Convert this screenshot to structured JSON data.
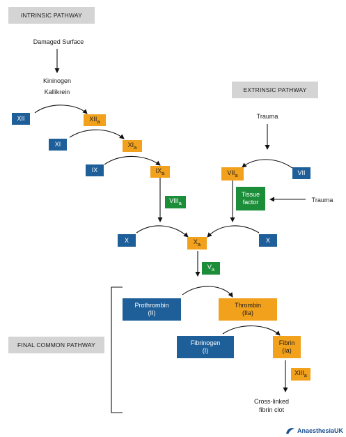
{
  "headers": {
    "intrinsic": "INTRINSIC PATHWAY",
    "extrinsic": "EXTRINSIC PATHWAY",
    "common": "FINAL COMMON PATHWAY"
  },
  "labels": {
    "damaged_surface": "Damaged Surface",
    "kininogen": "Kininogen",
    "kallikrein": "Kallikrein",
    "trauma_top": "Trauma",
    "trauma_side": "Trauma",
    "clot_line1": "Cross-linked",
    "clot_line2": "fibrin clot"
  },
  "factors": {
    "xii": "XII",
    "xiia": {
      "base": "XII",
      "sub": "a"
    },
    "xi": "XI",
    "xia": {
      "base": "XI",
      "sub": "a"
    },
    "ix": "IX",
    "ixa": {
      "base": "IX",
      "sub": "a"
    },
    "viii_a": {
      "base": "VIII",
      "sub": "a"
    },
    "vii": "VII",
    "viia": {
      "base": "VII",
      "sub": "a"
    },
    "tissue_factor": {
      "line1": "Tissue",
      "line2": "factor"
    },
    "x_left": "X",
    "x_right": "X",
    "xa": {
      "base": "X",
      "sub": "a"
    },
    "va": {
      "base": "V",
      "sub": "a"
    },
    "prothrombin": {
      "line1": "Prothrombin",
      "line2": "(II)"
    },
    "thrombin": {
      "line1": "Thrombin",
      "line2": "(IIa)"
    },
    "fibrinogen": {
      "line1": "Fibrinogen",
      "line2": "(I)"
    },
    "fibrin": {
      "line1": "Fibrin",
      "line2": "(Ia)"
    },
    "xiiia": {
      "base": "XIII",
      "sub": "a"
    }
  },
  "logo": {
    "text": "AnaesthesiaUK",
    "icon": "anaesthesia-uk-logo-icon"
  },
  "colors": {
    "blue": "#1f5f99",
    "orange": "#f2a11d",
    "green": "#1c8e3a",
    "header_bg": "#d4d4d4"
  }
}
